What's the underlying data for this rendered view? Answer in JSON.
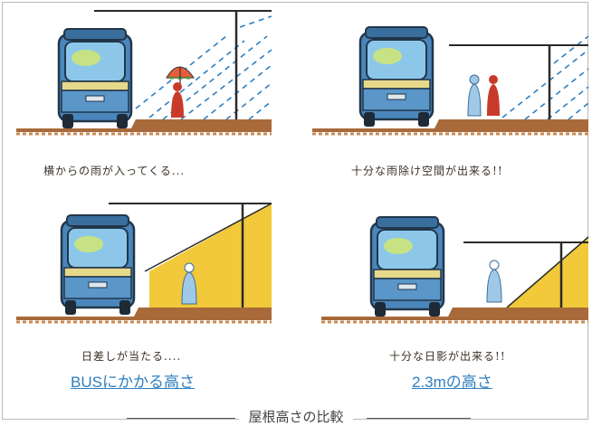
{
  "panels": {
    "top_left": {
      "caption": "横からの雨が入ってくる..."
    },
    "top_right": {
      "caption": "十分な雨除け空間が出来る!!"
    },
    "bottom_left": {
      "caption": "日差しが当たる...."
    },
    "bottom_right": {
      "caption": "十分な日影が出来る!!"
    }
  },
  "labels": {
    "left_column": "BUSにかかる高さ",
    "right_column": "2.3mの高さ"
  },
  "figure_title": "屋根高さの比較",
  "colors": {
    "bus_blue": "#6fb0de",
    "bus_body": "#5a96c8",
    "bus_stripe": "#e7d98a",
    "ground": "#a86a3a",
    "rain": "#2d7fc2",
    "sun_yellow": "#f1c93a",
    "umbrella": "#e85d3a",
    "person_red": "#c83a2a",
    "person_blue": "#9fc9e6",
    "link_blue": "#2f7fc0"
  }
}
